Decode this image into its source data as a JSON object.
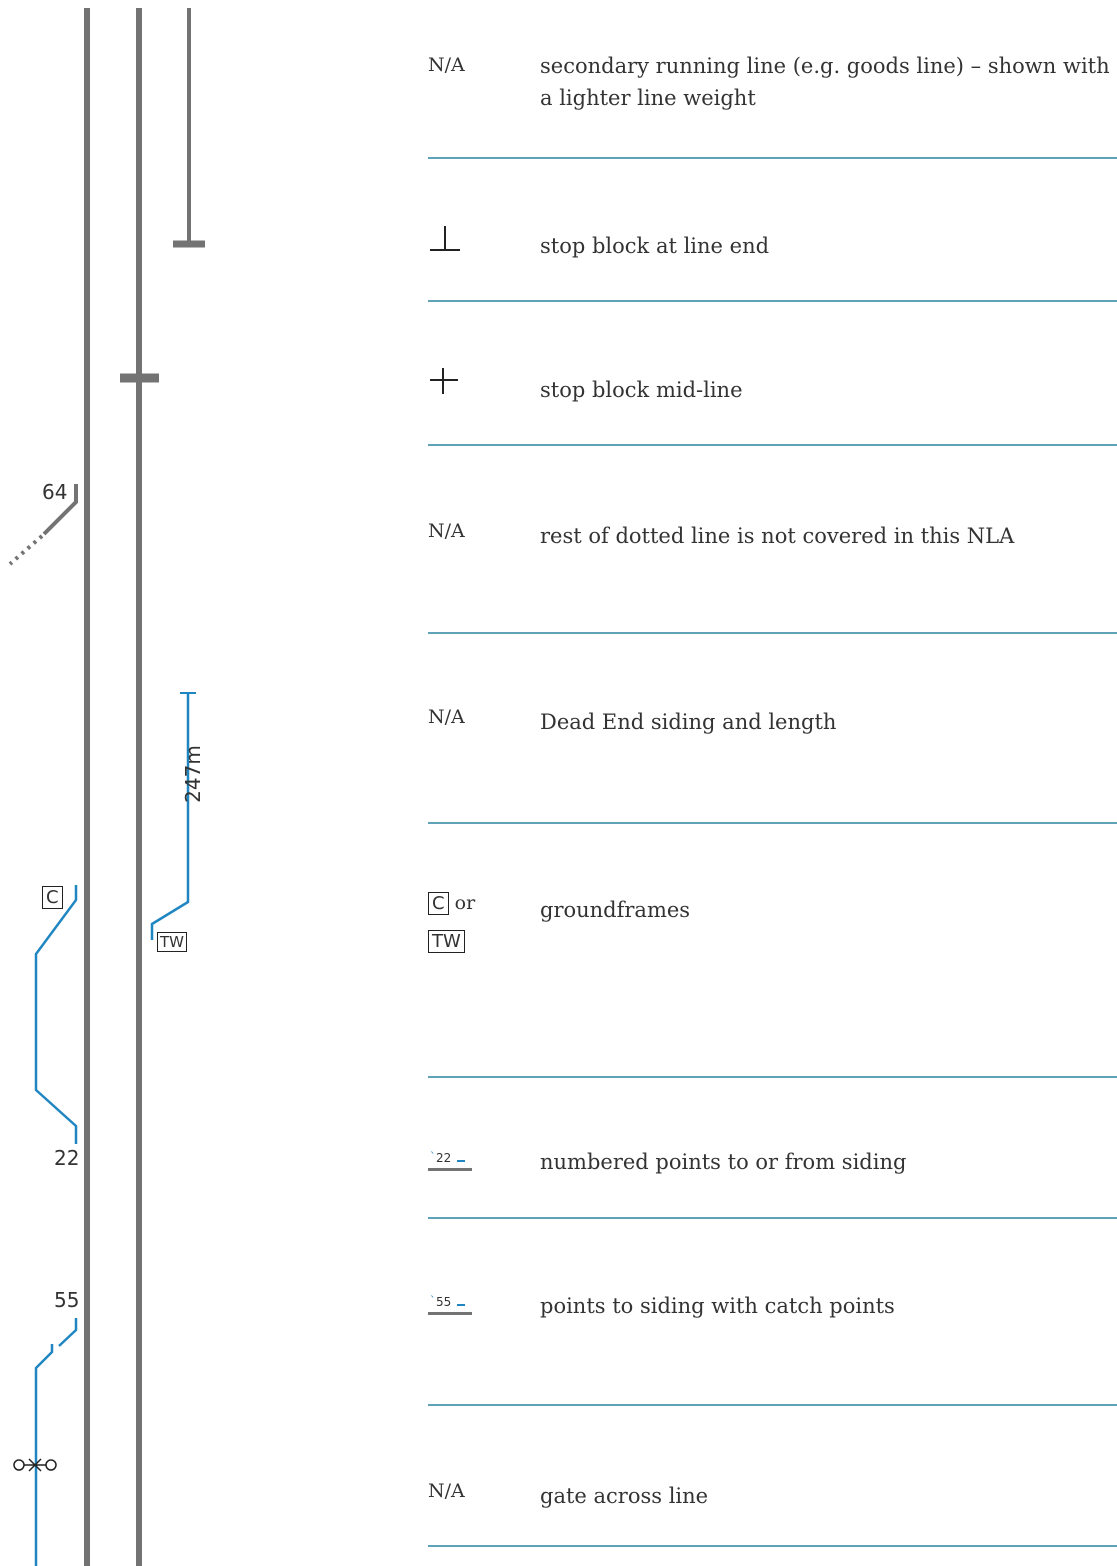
{
  "diagram": {
    "labels": {
      "points_64": "64",
      "groundframe_c": "C",
      "groundframe_tw": "TW",
      "siding_length": "247m",
      "points_22": "22",
      "points_55": "55"
    },
    "colors": {
      "main_line": "#737373",
      "siding": "#1f86c2",
      "rule": "#5fa3b8"
    }
  },
  "legend": [
    {
      "symbol": "N/A",
      "description": "secondary running line (e.g. goods line) – shown with a lighter line weight"
    },
    {
      "symbol": "stop-block-end-icon",
      "description": "stop block at line end"
    },
    {
      "symbol": "stop-block-mid-icon",
      "description": "stop block mid-line"
    },
    {
      "symbol": "N/A",
      "description": "rest of dotted line is not covered in this NLA"
    },
    {
      "symbol": "N/A",
      "description": "Dead End siding and length"
    },
    {
      "symbol_parts": [
        "C",
        "or",
        "TW"
      ],
      "description": "groundframes"
    },
    {
      "symbol_label": "22",
      "description": "numbered points to or from siding"
    },
    {
      "symbol_label": "55",
      "description": "points to siding with catch points"
    },
    {
      "symbol": "N/A",
      "description": "gate across line"
    }
  ]
}
